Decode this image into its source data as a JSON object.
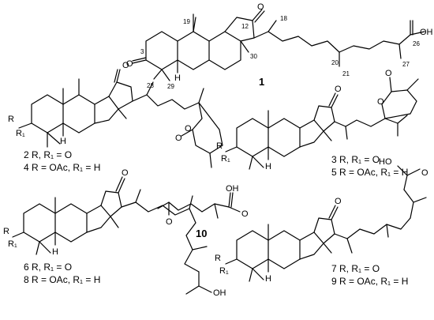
{
  "compounds": {
    "c1": {
      "number": "1",
      "atoms": [
        "O",
        "O",
        "OH",
        "H"
      ],
      "numbering": [
        "19",
        "18",
        "12",
        "3",
        "26",
        "20",
        "30",
        "28",
        "29",
        "21",
        "27"
      ]
    },
    "c2": {
      "caption_a": "2 R, R₁ = O",
      "caption_b": "4 R = OAc, R₁ = H",
      "atoms": [
        "O",
        "O",
        "O",
        "R",
        "R₁",
        "H"
      ]
    },
    "c3": {
      "caption_a": "3 R, R₁ = O",
      "caption_b": "5 R = OAc, R₁ = H",
      "atoms": [
        "O",
        "O",
        "O",
        "R",
        "R₁",
        "H"
      ]
    },
    "c6": {
      "caption_a": "6 R, R₁ = O",
      "caption_b": "8 R = OAc, R₁ = H",
      "atoms": [
        "O",
        "OH",
        "R",
        "R₁",
        "H"
      ]
    },
    "c10": {
      "number": "10",
      "atoms": [
        "OH",
        "O",
        "O"
      ]
    },
    "c7": {
      "caption_a": "7 R, R₁ = O",
      "caption_b": "9 R = OAc, R₁ = H",
      "atoms": [
        "HO",
        "O",
        "O",
        "R",
        "R₁",
        "H"
      ]
    }
  }
}
